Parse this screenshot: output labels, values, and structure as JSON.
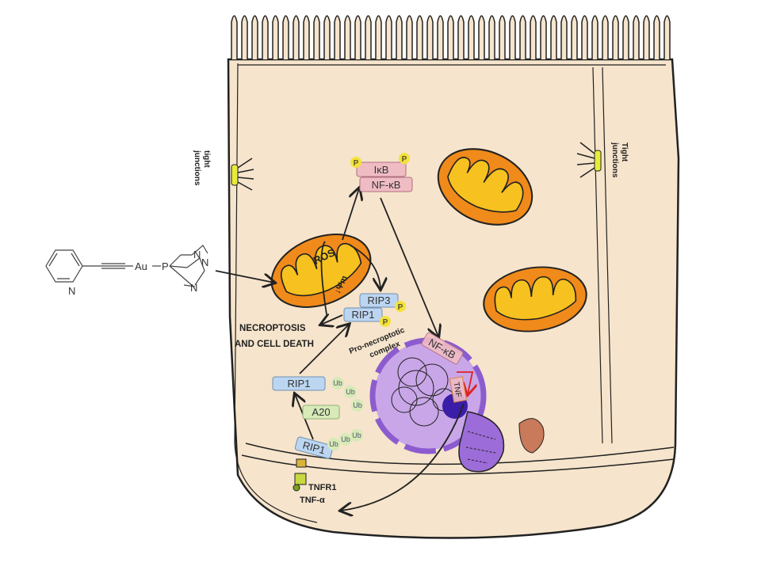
{
  "labels": {
    "tight_junctions_left": [
      "tight",
      "junctions"
    ],
    "tight_junctions_right": [
      "Tight",
      "junctions"
    ],
    "ros": "ROS",
    "psi_m": "↓Ψm",
    "ikb": "IκB",
    "nfkb_cyto": "NF-κB",
    "nfkb_nucleus": "NF-κB",
    "tnf_gene": "TNF",
    "rip3": "RIP3",
    "rip1_complex": "RIP1",
    "rip1_mid": "RIP1",
    "rip1_membrane": "RIP1",
    "a20": "A20",
    "ub": "Ub",
    "p": "P",
    "necroptosis": [
      "NECROPTOSIS",
      "AND CELL DEATH"
    ],
    "pro_necroptotic": [
      "Pro-necroptotic",
      "complex"
    ],
    "tnfr1": "TNFR1",
    "tnf_alpha": "TNF-α"
  },
  "compound": {
    "au": "Au",
    "p": "P",
    "n": "N"
  },
  "colors": {
    "cytoplasm": "#f6e4cc",
    "mito_outer": "#f08a1a",
    "mito_inner": "#f7c21f",
    "nucleus": "#c9a6e8",
    "nucleus_envelope": "#8c5ccf",
    "box_blue": "#bcd6f2",
    "box_pink": "#efbcc4",
    "box_green": "#d7eab8",
    "phospho": "#f4e23a"
  }
}
